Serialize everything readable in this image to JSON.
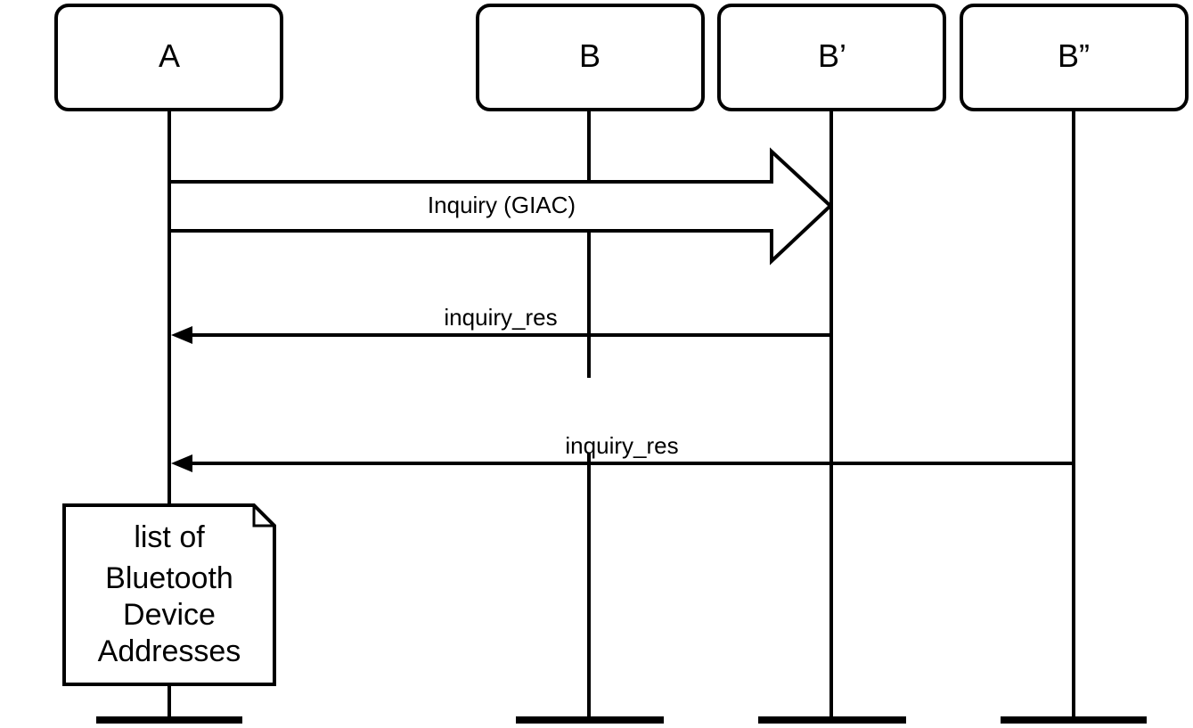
{
  "diagram": {
    "participants": [
      {
        "id": "A",
        "label": "A"
      },
      {
        "id": "B",
        "label": "B"
      },
      {
        "id": "B1",
        "label": "B’"
      },
      {
        "id": "B2",
        "label": "B”"
      }
    ],
    "messages": [
      {
        "label": "Inquiry (GIAC)",
        "from": "A",
        "to": "B1",
        "style": "broadcast"
      },
      {
        "label": "inquiry_res",
        "from": "B1",
        "to": "A",
        "style": "reply"
      },
      {
        "label": "inquiry_res",
        "from": "B2",
        "to": "A",
        "style": "reply"
      }
    ],
    "note": {
      "attached_to": "A",
      "lines": [
        "list of",
        "Bluetooth",
        "Device",
        "Addresses"
      ]
    }
  }
}
